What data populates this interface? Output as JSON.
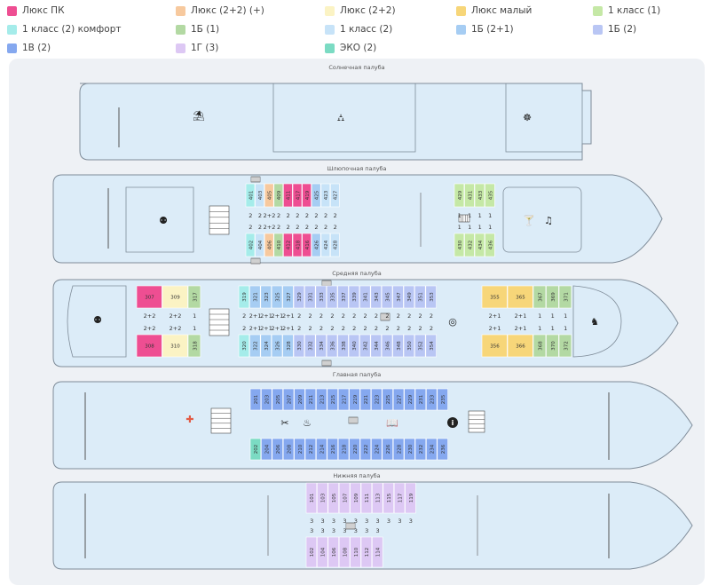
{
  "colors": {
    "hull": "#dcecf8",
    "hull_stroke": "#7f8c99",
    "plan_bg": "#eef1f5"
  },
  "legend": [
    {
      "label": "Люкс ПК",
      "color": "#ee4e92"
    },
    {
      "label": "Люкс (2+2) (+)",
      "color": "#f7c99e"
    },
    {
      "label": "Люкс (2+2)",
      "color": "#fbf3c4"
    },
    {
      "label": "Люкс малый",
      "color": "#f7d679"
    },
    {
      "label": "1 класс (1)",
      "color": "#c5e8a6"
    },
    {
      "label": "1 класс (2) комфорт",
      "color": "#a5ecea"
    },
    {
      "label": "1Б (1)",
      "color": "#b3d9a3"
    },
    {
      "label": "1 класс (2)",
      "color": "#c7e3f8"
    },
    {
      "label": "1Б (2+1)",
      "color": "#a6cdf3"
    },
    {
      "label": "1Б (2)",
      "color": "#b9c6f4"
    },
    {
      "label": "1В (2)",
      "color": "#85a8ef"
    },
    {
      "label": "1Г (3)",
      "color": "#ddc8f4"
    },
    {
      "label": "ЭКО (2)",
      "color": "#7bdbc3"
    }
  ],
  "decks": [
    {
      "name": "Солнечная палуба",
      "icons": [
        "umbrella-icon",
        "deck-chairs-icon",
        "helm-icon"
      ]
    },
    {
      "name": "Шлюпочная палуба",
      "icons": [
        "restaurant-icon",
        "cocktail-icon",
        "music-icon"
      ]
    },
    {
      "name": "Средняя палуба",
      "icons": [
        "restaurant-icon",
        "rescue-icon",
        "toy-horse-icon"
      ]
    },
    {
      "name": "Главная палуба",
      "icons": [
        "medical-icon",
        "scissors-icon",
        "sauna-icon",
        "book-icon",
        "info-icon"
      ]
    },
    {
      "name": "Нижняя палуба",
      "icons": []
    }
  ],
  "cabin_groups": [
    {
      "deck": "Шлюпочная палуба",
      "row": "top",
      "cabins": [
        {
          "num": "401",
          "cat": "1 класс (2) комфорт",
          "occ": "2"
        },
        {
          "num": "403",
          "cat": "1 класс (2)",
          "occ": "2"
        },
        {
          "num": "405",
          "cat": "Люкс (2+2) (+)",
          "occ": "2+2"
        },
        {
          "num": "409",
          "cat": "1Б (1)",
          "occ": "2"
        },
        {
          "num": "411",
          "cat": "Люкс ПК",
          "occ": "2"
        },
        {
          "num": "417",
          "cat": "Люкс ПК",
          "occ": "2"
        },
        {
          "num": "419",
          "cat": "Люкс ПК",
          "occ": "2"
        },
        {
          "num": "425",
          "cat": "1Б (2+1)",
          "occ": "2"
        },
        {
          "num": "423",
          "cat": "1 класс (2)",
          "occ": "2"
        },
        {
          "num": "427",
          "cat": "1 класс (2)",
          "occ": "2"
        }
      ]
    },
    {
      "deck": "Шлюпочная палуба",
      "row": "bottom",
      "cabins": [
        {
          "num": "402",
          "cat": "1 класс (2) комфорт",
          "occ": "2"
        },
        {
          "num": "404",
          "cat": "1 класс (2)",
          "occ": "2"
        },
        {
          "num": "406",
          "cat": "Люкс (2+2) (+)",
          "occ": "2+2"
        },
        {
          "num": "410",
          "cat": "1Б (1)",
          "occ": "2"
        },
        {
          "num": "412",
          "cat": "Люкс ПК",
          "occ": "2"
        },
        {
          "num": "418",
          "cat": "Люкс ПК",
          "occ": "2"
        },
        {
          "num": "416",
          "cat": "Люкс ПК",
          "occ": "2"
        },
        {
          "num": "426",
          "cat": "1Б (2+1)",
          "occ": "2"
        },
        {
          "num": "424",
          "cat": "1 класс (2)",
          "occ": "2"
        },
        {
          "num": "428",
          "cat": "1 класс (2)",
          "occ": "2"
        }
      ]
    },
    {
      "deck": "Шлюпочная палуба",
      "row": "fwd-top",
      "cabins": [
        {
          "num": "429",
          "cat": "1 класс (1)",
          "occ": "1"
        },
        {
          "num": "431",
          "cat": "1 класс (1)",
          "occ": "1"
        },
        {
          "num": "433",
          "cat": "1 класс (1)",
          "occ": "1"
        },
        {
          "num": "435",
          "cat": "1 класс (1)",
          "occ": "1"
        }
      ]
    },
    {
      "deck": "Шлюпочная палуба",
      "row": "fwd-bottom",
      "cabins": [
        {
          "num": "430",
          "cat": "1 класс (1)",
          "occ": "1"
        },
        {
          "num": "432",
          "cat": "1 класс (1)",
          "occ": "1"
        },
        {
          "num": "434",
          "cat": "1 класс (1)",
          "occ": "1"
        },
        {
          "num": "436",
          "cat": "1 класс (1)",
          "occ": "1"
        }
      ]
    },
    {
      "deck": "Средняя палуба",
      "row": "aft-top",
      "cabins": [
        {
          "num": "307",
          "cat": "Люкс ПК",
          "occ": "2+2",
          "w": 2
        },
        {
          "num": "309",
          "cat": "Люкс (2+2)",
          "occ": "2+2",
          "w": 2
        },
        {
          "num": "317",
          "cat": "1Б (1)",
          "occ": "1"
        }
      ]
    },
    {
      "deck": "Средняя палуба",
      "row": "aft-bottom",
      "cabins": [
        {
          "num": "308",
          "cat": "Люкс ПК",
          "occ": "2+2",
          "w": 2
        },
        {
          "num": "310",
          "cat": "Люкс (2+2)",
          "occ": "2+2",
          "w": 2
        },
        {
          "num": "318",
          "cat": "1Б (1)",
          "occ": "1"
        }
      ]
    },
    {
      "deck": "Средняя палуба",
      "row": "mid-top",
      "cabins": [
        {
          "num": "319",
          "cat": "1 класс (2) комфорт",
          "occ": "2"
        },
        {
          "num": "321",
          "cat": "1Б (2+1)",
          "occ": "2+1"
        },
        {
          "num": "323",
          "cat": "1Б (2+1)",
          "occ": "2+1"
        },
        {
          "num": "325",
          "cat": "1Б (2+1)",
          "occ": "2+1"
        },
        {
          "num": "327",
          "cat": "1Б (2+1)",
          "occ": "2+1"
        },
        {
          "num": "329",
          "cat": "1Б (2)",
          "occ": "2"
        },
        {
          "num": "331",
          "cat": "1Б (2)",
          "occ": "2"
        },
        {
          "num": "333",
          "cat": "1Б (2)",
          "occ": "2"
        },
        {
          "num": "335",
          "cat": "1Б (2)",
          "occ": "2"
        },
        {
          "num": "337",
          "cat": "1Б (2)",
          "occ": "2"
        },
        {
          "num": "339",
          "cat": "1Б (2)",
          "occ": "2"
        },
        {
          "num": "341",
          "cat": "1Б (2)",
          "occ": "2"
        },
        {
          "num": "343",
          "cat": "1Б (2)",
          "occ": "2"
        },
        {
          "num": "345",
          "cat": "1Б (2)",
          "occ": "2"
        },
        {
          "num": "347",
          "cat": "1Б (2)",
          "occ": "2"
        },
        {
          "num": "349",
          "cat": "1Б (2)",
          "occ": "2"
        },
        {
          "num": "351",
          "cat": "1Б (2)",
          "occ": "2"
        },
        {
          "num": "353",
          "cat": "1Б (2)",
          "occ": "2"
        }
      ]
    },
    {
      "deck": "Средняя палуба",
      "row": "mid-bottom",
      "cabins": [
        {
          "num": "320",
          "cat": "1 класс (2) комфорт",
          "occ": "2"
        },
        {
          "num": "322",
          "cat": "1Б (2+1)",
          "occ": "2+1"
        },
        {
          "num": "324",
          "cat": "1Б (2+1)",
          "occ": "2+1"
        },
        {
          "num": "326",
          "cat": "1Б (2+1)",
          "occ": "2+1"
        },
        {
          "num": "328",
          "cat": "1Б (2+1)",
          "occ": "2+1"
        },
        {
          "num": "330",
          "cat": "1Б (2)",
          "occ": "2"
        },
        {
          "num": "332",
          "cat": "1Б (2)",
          "occ": "2"
        },
        {
          "num": "334",
          "cat": "1Б (2)",
          "occ": "2"
        },
        {
          "num": "336",
          "cat": "1Б (2)",
          "occ": "2"
        },
        {
          "num": "338",
          "cat": "1Б (2)",
          "occ": "2"
        },
        {
          "num": "340",
          "cat": "1Б (2)",
          "occ": "2"
        },
        {
          "num": "342",
          "cat": "1Б (2)",
          "occ": "2"
        },
        {
          "num": "344",
          "cat": "1Б (2)",
          "occ": "2"
        },
        {
          "num": "346",
          "cat": "1Б (2)",
          "occ": "2"
        },
        {
          "num": "348",
          "cat": "1Б (2)",
          "occ": "2"
        },
        {
          "num": "350",
          "cat": "1Б (2)",
          "occ": "2"
        },
        {
          "num": "352",
          "cat": "1Б (2)",
          "occ": "2"
        },
        {
          "num": "354",
          "cat": "1Б (2)",
          "occ": "2"
        }
      ]
    },
    {
      "deck": "Средняя палуба",
      "row": "fwd-top",
      "cabins": [
        {
          "num": "355",
          "cat": "Люкс малый",
          "occ": "2+1",
          "w": 2
        },
        {
          "num": "365",
          "cat": "Люкс малый",
          "occ": "2+1",
          "w": 2
        },
        {
          "num": "367",
          "cat": "1Б (1)",
          "occ": "1"
        },
        {
          "num": "369",
          "cat": "1Б (1)",
          "occ": "1"
        },
        {
          "num": "371",
          "cat": "1Б (1)",
          "occ": "1"
        }
      ]
    },
    {
      "deck": "Средняя палуба",
      "row": "fwd-bottom",
      "cabins": [
        {
          "num": "356",
          "cat": "Люкс малый",
          "occ": "2+1",
          "w": 2
        },
        {
          "num": "366",
          "cat": "Люкс малый",
          "occ": "2+1",
          "w": 2
        },
        {
          "num": "368",
          "cat": "1Б (1)",
          "occ": "1"
        },
        {
          "num": "370",
          "cat": "1Б (1)",
          "occ": "1"
        },
        {
          "num": "372",
          "cat": "1Б (1)",
          "occ": "1"
        }
      ]
    },
    {
      "deck": "Главная палуба",
      "row": "top",
      "cabins": [
        {
          "num": "201",
          "cat": "1В (2)",
          "occ": ""
        },
        {
          "num": "203",
          "cat": "1В (2)",
          "occ": ""
        },
        {
          "num": "205",
          "cat": "1В (2)",
          "occ": ""
        },
        {
          "num": "207",
          "cat": "1В (2)",
          "occ": ""
        },
        {
          "num": "209",
          "cat": "1В (2)",
          "occ": ""
        },
        {
          "num": "211",
          "cat": "1В (2)",
          "occ": ""
        },
        {
          "num": "213",
          "cat": "1В (2)",
          "occ": ""
        },
        {
          "num": "215",
          "cat": "1В (2)",
          "occ": ""
        },
        {
          "num": "217",
          "cat": "1В (2)",
          "occ": ""
        },
        {
          "num": "219",
          "cat": "1В (2)",
          "occ": ""
        },
        {
          "num": "221",
          "cat": "1В (2)",
          "occ": ""
        },
        {
          "num": "223",
          "cat": "1В (2)",
          "occ": ""
        },
        {
          "num": "225",
          "cat": "1В (2)",
          "occ": ""
        },
        {
          "num": "227",
          "cat": "1В (2)",
          "occ": ""
        },
        {
          "num": "229",
          "cat": "1В (2)",
          "occ": ""
        },
        {
          "num": "231",
          "cat": "1В (2)",
          "occ": ""
        },
        {
          "num": "233",
          "cat": "1В (2)",
          "occ": ""
        },
        {
          "num": "235",
          "cat": "1В (2)",
          "occ": ""
        }
      ]
    },
    {
      "deck": "Главная палуба",
      "row": "bottom",
      "cabins": [
        {
          "num": "202",
          "cat": "ЭКО (2)",
          "occ": ""
        },
        {
          "num": "204",
          "cat": "1В (2)",
          "occ": ""
        },
        {
          "num": "206",
          "cat": "1В (2)",
          "occ": ""
        },
        {
          "num": "208",
          "cat": "1В (2)",
          "occ": ""
        },
        {
          "num": "210",
          "cat": "1В (2)",
          "occ": ""
        },
        {
          "num": "212",
          "cat": "1В (2)",
          "occ": ""
        },
        {
          "num": "214",
          "cat": "1В (2)",
          "occ": ""
        },
        {
          "num": "216",
          "cat": "1В (2)",
          "occ": ""
        },
        {
          "num": "218",
          "cat": "1В (2)",
          "occ": ""
        },
        {
          "num": "220",
          "cat": "1В (2)",
          "occ": ""
        },
        {
          "num": "222",
          "cat": "1В (2)",
          "occ": ""
        },
        {
          "num": "224",
          "cat": "1В (2)",
          "occ": ""
        },
        {
          "num": "226",
          "cat": "1В (2)",
          "occ": ""
        },
        {
          "num": "228",
          "cat": "1В (2)",
          "occ": ""
        },
        {
          "num": "230",
          "cat": "1В (2)",
          "occ": ""
        },
        {
          "num": "232",
          "cat": "1В (2)",
          "occ": ""
        },
        {
          "num": "234",
          "cat": "1В (2)",
          "occ": ""
        },
        {
          "num": "236",
          "cat": "1В (2)",
          "occ": ""
        }
      ]
    },
    {
      "deck": "Нижняя палуба",
      "row": "top",
      "cabins": [
        {
          "num": "101",
          "cat": "1Г (3)",
          "occ": "3"
        },
        {
          "num": "103",
          "cat": "1Г (3)",
          "occ": "3"
        },
        {
          "num": "105",
          "cat": "1Г (3)",
          "occ": "3"
        },
        {
          "num": "107",
          "cat": "1Г (3)",
          "occ": "3"
        },
        {
          "num": "109",
          "cat": "1Г (3)",
          "occ": "3"
        },
        {
          "num": "111",
          "cat": "1Г (3)",
          "occ": "3"
        },
        {
          "num": "113",
          "cat": "1Г (3)",
          "occ": "3"
        },
        {
          "num": "115",
          "cat": "1Г (3)",
          "occ": "3"
        },
        {
          "num": "117",
          "cat": "1Г (3)",
          "occ": "3"
        },
        {
          "num": "119",
          "cat": "1Г (3)",
          "occ": "3"
        }
      ]
    },
    {
      "deck": "Нижняя палуба",
      "row": "bottom",
      "cabins": [
        {
          "num": "102",
          "cat": "1Г (3)",
          "occ": "3"
        },
        {
          "num": "104",
          "cat": "1Г (3)",
          "occ": "3"
        },
        {
          "num": "106",
          "cat": "1Г (3)",
          "occ": "3"
        },
        {
          "num": "108",
          "cat": "1Г (3)",
          "occ": "3"
        },
        {
          "num": "110",
          "cat": "1Г (3)",
          "occ": "3"
        },
        {
          "num": "112",
          "cat": "1Г (3)",
          "occ": "3"
        },
        {
          "num": "114",
          "cat": "1Г (3)",
          "occ": "3"
        }
      ]
    }
  ]
}
